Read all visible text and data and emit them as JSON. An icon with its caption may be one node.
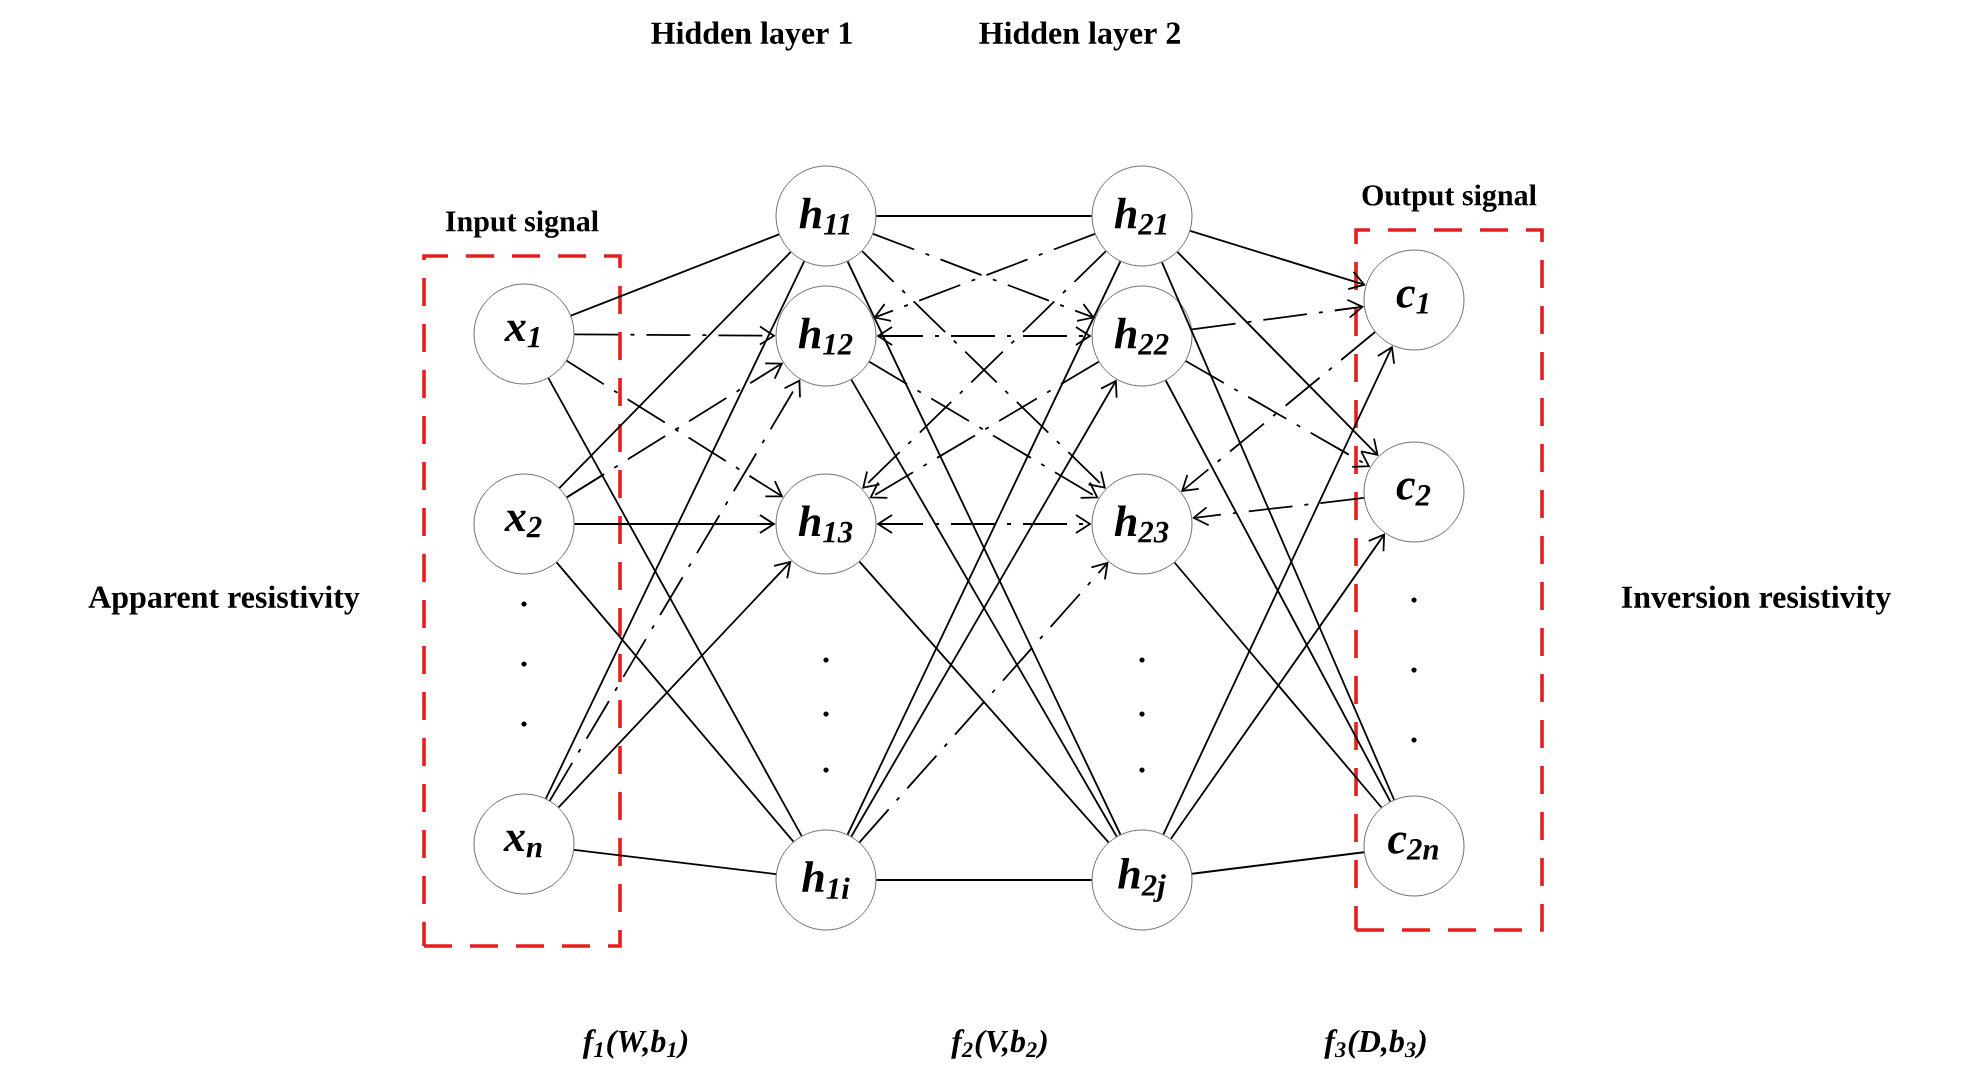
{
  "diagram": {
    "nodes": [
      {
        "text": [
          "Input signal"
        ]
      },
      {
        "text": [
          "x$_{1}$"
        ],
        "in": 0
      },
      {
        "text": [
          "x$_{2}$"
        ],
        "in": 0
      },
      {
        "text": [
          "x$_{n}$"
        ],
        "in": 0
      },
      {
        "text": [
          "h$_{11}$"
        ]
      },
      {
        "text": [
          "h$_{12}$"
        ]
      },
      {
        "text": [
          "h$_{13}$"
        ]
      },
      {
        "text": [
          "h$_{1i}$"
        ]
      },
      {
        "text": [
          "h$_{21}$"
        ]
      },
      {
        "text": [
          "h$_{22}$"
        ]
      },
      {
        "text": [
          "h$_{23}$"
        ]
      },
      {
        "text": [
          "h$_{2j}$"
        ]
      },
      {
        "text": [
          "Output signal"
        ]
      },
      {
        "text": [
          "c$_{1}$"
        ],
        "in": 12
      },
      {
        "text": [
          "c$_{2}$"
        ],
        "in": 12
      },
      {
        "text": [
          "c$_{2n}$"
        ],
        "in": 12
      }
    ],
    "edges": [
      {
        "from": 1,
        "to": 4,
        "arrow": "none"
      },
      {
        "from": 1,
        "to": 5,
        "arrow": "to",
        "style": "dashed"
      },
      {
        "from": 1,
        "to": 6,
        "arrow": "to",
        "style": "dashed"
      },
      {
        "from": 1,
        "to": 7,
        "arrow": "none"
      },
      {
        "from": 2,
        "to": 4,
        "arrow": "none"
      },
      {
        "from": 2,
        "to": 5,
        "arrow": "to",
        "style": "dashed"
      },
      {
        "from": 2,
        "to": 6,
        "arrow": "to"
      },
      {
        "from": 2,
        "to": 7,
        "arrow": "none"
      },
      {
        "from": 3,
        "to": 4,
        "arrow": "none"
      },
      {
        "from": 3,
        "to": 5,
        "arrow": "to",
        "style": "dashed"
      },
      {
        "from": 3,
        "to": 6,
        "arrow": "to"
      },
      {
        "from": 3,
        "to": 7,
        "arrow": "none"
      },
      {
        "from": 4,
        "to": 8,
        "arrow": "none"
      },
      {
        "from": 4,
        "to": 9,
        "arrow": "to",
        "style": "dashed"
      },
      {
        "from": 4,
        "to": 10,
        "arrow": "to",
        "style": "dashed"
      },
      {
        "from": 4,
        "to": 11,
        "arrow": "none"
      },
      {
        "from": 8,
        "to": 5,
        "arrow": "to",
        "style": "dashed"
      },
      {
        "from": 5,
        "to": 9,
        "arrow": "both",
        "style": "dashed"
      },
      {
        "from": 5,
        "to": 10,
        "arrow": "to",
        "style": "dashed"
      },
      {
        "from": 5,
        "to": 11,
        "arrow": "none"
      },
      {
        "from": 8,
        "to": 6,
        "arrow": "to",
        "style": "dashed"
      },
      {
        "from": 9,
        "to": 6,
        "arrow": "to",
        "style": "dashed"
      },
      {
        "from": 6,
        "to": 10,
        "arrow": "both",
        "style": "dashed"
      },
      {
        "from": 6,
        "to": 11,
        "arrow": "none"
      },
      {
        "from": 7,
        "to": 8,
        "arrow": "none"
      },
      {
        "from": 7,
        "to": 9,
        "arrow": "to"
      },
      {
        "from": 7,
        "to": 10,
        "arrow": "to",
        "style": "dashed"
      },
      {
        "from": 7,
        "to": 11,
        "arrow": "none"
      },
      {
        "from": 8,
        "to": 13,
        "arrow": "to"
      },
      {
        "from": 8,
        "to": 14,
        "arrow": "to"
      },
      {
        "from": 8,
        "to": 15,
        "arrow": "none"
      },
      {
        "from": 9,
        "to": 13,
        "arrow": "to",
        "style": "dashed"
      },
      {
        "from": 9,
        "to": 14,
        "arrow": "to",
        "style": "dashed"
      },
      {
        "from": 9,
        "to": 15,
        "arrow": "none"
      },
      {
        "from": 13,
        "to": 10,
        "arrow": "to",
        "style": "dashed"
      },
      {
        "from": 14,
        "to": 10,
        "arrow": "to",
        "style": "dashed"
      },
      {
        "from": 10,
        "to": 15,
        "arrow": "none"
      },
      {
        "from": 11,
        "to": 13,
        "arrow": "to"
      },
      {
        "from": 11,
        "to": 14,
        "arrow": "to"
      },
      {
        "from": 11,
        "to": 15,
        "arrow": "none"
      }
    ],
    "labels": [
      "Hidden layer 1",
      "Hidden layer 2",
      "Apparent resistivity",
      "Inversion resistivity",
      "f$_{1}$(W,b$_{1}$)",
      "f$_{2}$(V,b$_{2}$)",
      "f$_{3}$(D,b$_{3}$)"
    ]
  }
}
